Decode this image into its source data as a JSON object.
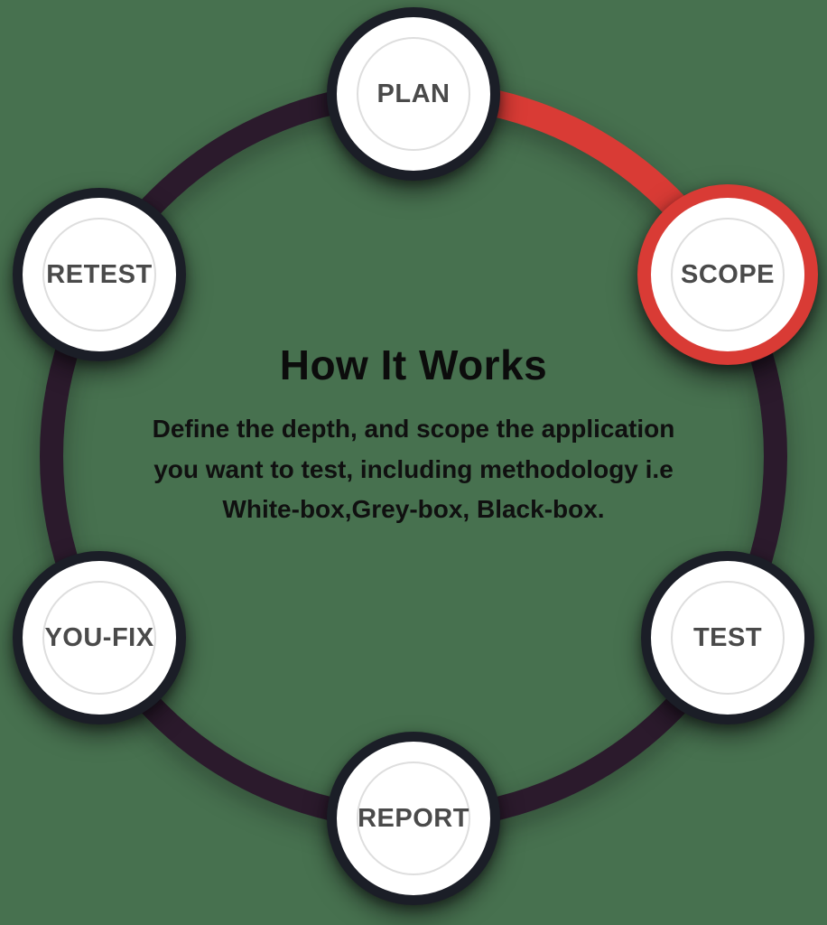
{
  "page": {
    "background": "#47714F"
  },
  "diagram": {
    "title": "How It Works",
    "description": "Define the depth, and scope the application you want to test, including methodology i.e White-box,Grey-box, Black-box.",
    "active_step": "SCOPE",
    "steps": [
      {
        "id": "plan",
        "label": "PLAN",
        "active": false
      },
      {
        "id": "scope",
        "label": "SCOPE",
        "active": true
      },
      {
        "id": "test",
        "label": "TEST",
        "active": false
      },
      {
        "id": "report",
        "label": "REPORT",
        "active": false
      },
      {
        "id": "you-fix",
        "label": "YOU-FIX",
        "active": false
      },
      {
        "id": "retest",
        "label": "RETEST",
        "active": false
      }
    ],
    "colors": {
      "page_bg": "#47714F",
      "ring": "#2B1A2C",
      "active_arc": "#D93B35",
      "node_border": "#1B1E27",
      "node_fill": "#FFFFFF",
      "inner_ring": "#DEDEDE",
      "label": "#4A4A4A",
      "title_text": "#0C0C0C",
      "body_text": "#101010"
    }
  }
}
